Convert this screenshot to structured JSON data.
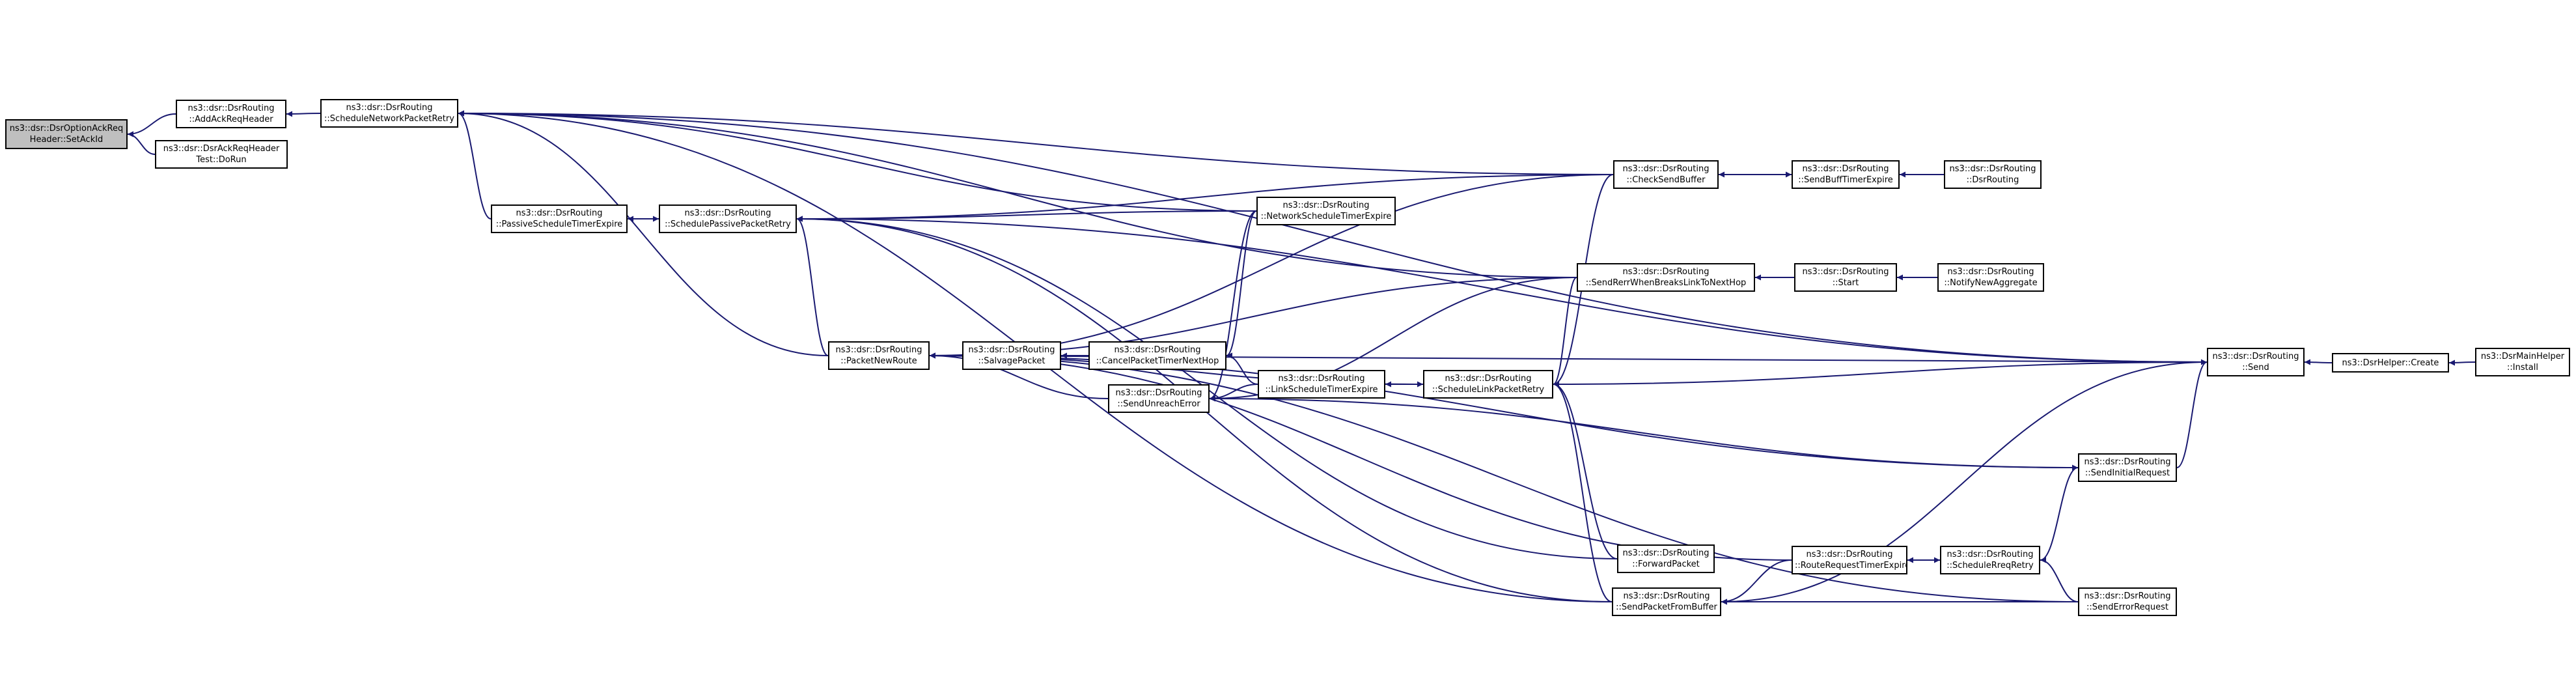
{
  "graph": {
    "colors": {
      "edge": "#191970",
      "node_border": "#000000",
      "node_fill": "#ffffff",
      "root_fill": "#bfbfbf"
    },
    "nodes": {
      "setackid": {
        "lines": [
          "ns3::dsr::DsrOptionAckReq",
          "Header::SetAckId"
        ]
      },
      "addackreqheader": {
        "lines": [
          "ns3::dsr::DsrRouting",
          "::AddAckReqHeader"
        ]
      },
      "dsrackreqtest": {
        "lines": [
          "ns3::dsr::DsrAckReqHeader",
          "Test::DoRun"
        ]
      },
      "schedulenetworkpacketretry": {
        "lines": [
          "ns3::dsr::DsrRouting",
          "::ScheduleNetworkPacketRetry"
        ]
      },
      "passivescheduletimerexpire": {
        "lines": [
          "ns3::dsr::DsrRouting",
          "::PassiveScheduleTimerExpire"
        ]
      },
      "schedulepassivepacketretry": {
        "lines": [
          "ns3::dsr::DsrRouting",
          "::SchedulePassivePacketRetry"
        ]
      },
      "packetnewroute": {
        "lines": [
          "ns3::dsr::DsrRouting",
          "::PacketNewRoute"
        ]
      },
      "salvagepacket": {
        "lines": [
          "ns3::dsr::DsrRouting",
          "::SalvagePacket"
        ]
      },
      "cancelpackettimernexthop": {
        "lines": [
          "ns3::dsr::DsrRouting",
          "::CancelPacketTimerNextHop"
        ]
      },
      "sendunreacherror": {
        "lines": [
          "ns3::dsr::DsrRouting",
          "::SendUnreachError"
        ]
      },
      "networkscheduletimerexpire": {
        "lines": [
          "ns3::dsr::DsrRouting",
          "::NetworkScheduleTimerExpire"
        ]
      },
      "linkscheduletimerexpire": {
        "lines": [
          "ns3::dsr::DsrRouting",
          "::LinkScheduleTimerExpire"
        ]
      },
      "schedulelinkpacketretry": {
        "lines": [
          "ns3::dsr::DsrRouting",
          "::ScheduleLinkPacketRetry"
        ]
      },
      "checksendbuffer": {
        "lines": [
          "ns3::dsr::DsrRouting",
          "::CheckSendBuffer"
        ]
      },
      "sendrerrwhenbreaks": {
        "lines": [
          "ns3::dsr::DsrRouting",
          "::SendRerrWhenBreaksLinkToNextHop"
        ]
      },
      "forwardpacket": {
        "lines": [
          "ns3::dsr::DsrRouting",
          "::ForwardPacket"
        ]
      },
      "sendpacketfrombuffer": {
        "lines": [
          "ns3::dsr::DsrRouting",
          "::SendPacketFromBuffer"
        ]
      },
      "sendbufftimerexpire": {
        "lines": [
          "ns3::dsr::DsrRouting",
          "::SendBuffTimerExpire"
        ]
      },
      "dsrrouting": {
        "lines": [
          "ns3::dsr::DsrRouting",
          "::DsrRouting"
        ]
      },
      "start": {
        "lines": [
          "ns3::dsr::DsrRouting",
          "::Start"
        ]
      },
      "notifynewaggregate": {
        "lines": [
          "ns3::dsr::DsrRouting",
          "::NotifyNewAggregate"
        ]
      },
      "routerequesttimerexpire": {
        "lines": [
          "ns3::dsr::DsrRouting",
          "::RouteRequestTimerExpire"
        ]
      },
      "schedulereqretry": {
        "lines": [
          "ns3::dsr::DsrRouting",
          "::ScheduleRreqRetry"
        ]
      },
      "sendinitialrequest": {
        "lines": [
          "ns3::dsr::DsrRouting",
          "::SendInitialRequest"
        ]
      },
      "senderrorrequest": {
        "lines": [
          "ns3::dsr::DsrRouting",
          "::SendErrorRequest"
        ]
      },
      "send": {
        "lines": [
          "ns3::dsr::DsrRouting",
          "::Send"
        ]
      },
      "dsrhelpercreate": {
        "lines": [
          "ns3::DsrHelper::Create"
        ]
      },
      "dsrmainhelperinstall": {
        "lines": [
          "ns3::DsrMainHelper",
          "::Install"
        ]
      }
    },
    "edges": [
      [
        "addackreqheader",
        "setackid"
      ],
      [
        "dsrackreqtest",
        "setackid"
      ],
      [
        "schedulenetworkpacketretry",
        "addackreqheader"
      ],
      [
        "passivescheduletimerexpire",
        "schedulenetworkpacketretry"
      ],
      [
        "schedulepassivepacketretry",
        "passivescheduletimerexpire"
      ],
      [
        "passivescheduletimerexpire",
        "schedulepassivepacketretry"
      ],
      [
        "packetnewroute",
        "schedulenetworkpacketretry"
      ],
      [
        "networkscheduletimerexpire",
        "schedulenetworkpacketretry"
      ],
      [
        "sendrerrwhenbreaks",
        "schedulenetworkpacketretry"
      ],
      [
        "checksendbuffer",
        "schedulenetworkpacketretry"
      ],
      [
        "send",
        "schedulenetworkpacketretry"
      ],
      [
        "sendpacketfrombuffer",
        "schedulenetworkpacketretry"
      ],
      [
        "networkscheduletimerexpire",
        "schedulepassivepacketretry"
      ],
      [
        "checksendbuffer",
        "schedulepassivepacketretry"
      ],
      [
        "send",
        "schedulepassivepacketretry"
      ],
      [
        "forwardpacket",
        "schedulepassivepacketretry"
      ],
      [
        "sendpacketfrombuffer",
        "schedulepassivepacketretry"
      ],
      [
        "packetnewroute",
        "schedulepassivepacketretry"
      ],
      [
        "salvagepacket",
        "packetnewroute"
      ],
      [
        "sendunreacherror",
        "packetnewroute"
      ],
      [
        "schedulelinkpacketretry",
        "packetnewroute"
      ],
      [
        "sendinitialrequest",
        "packetnewroute"
      ],
      [
        "routerequesttimerexpire",
        "packetnewroute"
      ],
      [
        "senderrorrequest",
        "packetnewroute"
      ],
      [
        "send",
        "packetnewroute"
      ],
      [
        "checksendbuffer",
        "packetnewroute"
      ],
      [
        "sendrerrwhenbreaks",
        "packetnewroute"
      ],
      [
        "cancelpackettimernexthop",
        "salvagepacket"
      ],
      [
        "networkscheduletimerexpire",
        "cancelpackettimernexthop"
      ],
      [
        "linkscheduletimerexpire",
        "cancelpackettimernexthop"
      ],
      [
        "linkscheduletimerexpire",
        "sendunreacherror"
      ],
      [
        "networkscheduletimerexpire",
        "sendunreacherror"
      ],
      [
        "sendinitialrequest",
        "sendunreacherror"
      ],
      [
        "sendrerrwhenbreaks",
        "sendunreacherror"
      ],
      [
        "schedulelinkpacketretry",
        "linkscheduletimerexpire"
      ],
      [
        "linkscheduletimerexpire",
        "schedulelinkpacketretry"
      ],
      [
        "checksendbuffer",
        "schedulelinkpacketretry"
      ],
      [
        "sendrerrwhenbreaks",
        "schedulelinkpacketretry"
      ],
      [
        "send",
        "schedulelinkpacketretry"
      ],
      [
        "forwardpacket",
        "schedulelinkpacketretry"
      ],
      [
        "sendpacketfrombuffer",
        "schedulelinkpacketretry"
      ],
      [
        "sendbufftimerexpire",
        "checksendbuffer"
      ],
      [
        "checksendbuffer",
        "sendbufftimerexpire"
      ],
      [
        "dsrrouting",
        "sendbufftimerexpire"
      ],
      [
        "start",
        "sendrerrwhenbreaks"
      ],
      [
        "notifynewaggregate",
        "start"
      ],
      [
        "send",
        "sendpacketfrombuffer"
      ],
      [
        "routerequesttimerexpire",
        "sendpacketfrombuffer"
      ],
      [
        "senderrorrequest",
        "sendpacketfrombuffer"
      ],
      [
        "schedulereqretry",
        "routerequesttimerexpire"
      ],
      [
        "routerequesttimerexpire",
        "schedulereqretry"
      ],
      [
        "schedulereqretry",
        "sendinitialrequest"
      ],
      [
        "senderrorrequest",
        "schedulereqretry"
      ],
      [
        "sendinitialrequest",
        "send"
      ],
      [
        "dsrhelpercreate",
        "send"
      ],
      [
        "dsrmainhelperinstall",
        "dsrhelpercreate"
      ]
    ]
  }
}
